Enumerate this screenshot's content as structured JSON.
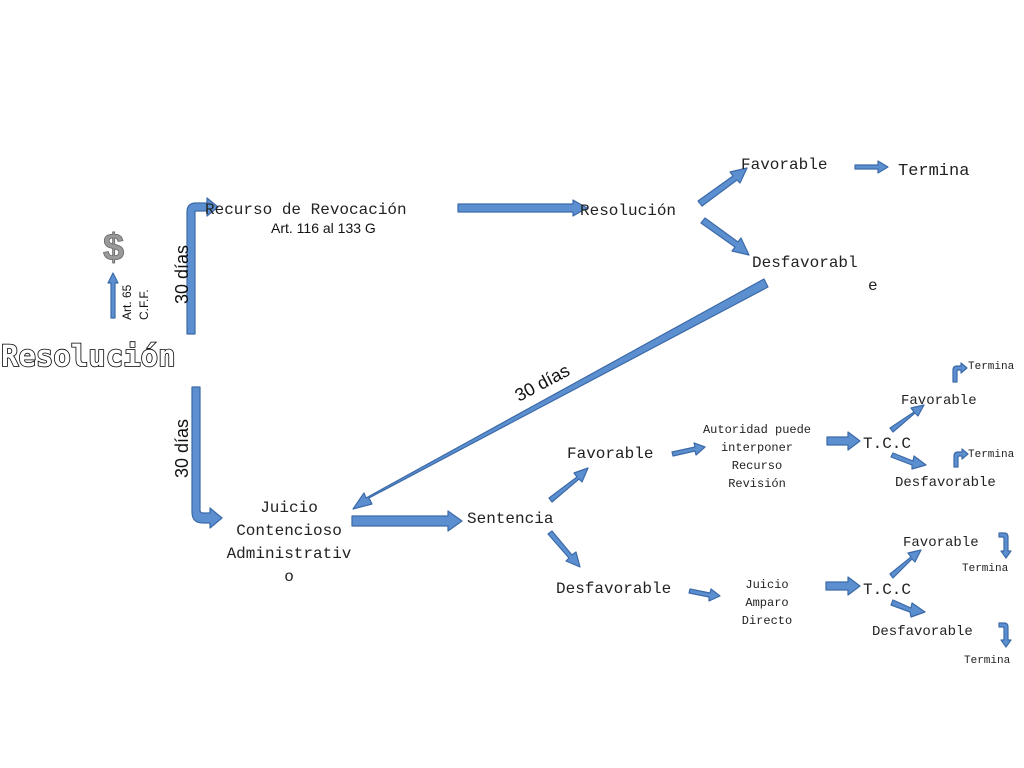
{
  "diagram": {
    "root": "Resolución",
    "dollar_symbol": "$",
    "art_65": "Art. 65",
    "cff": "C.F.F.",
    "days_upper": "30 días",
    "days_lower": "30 días",
    "days_diagonal": "30 días",
    "recurso_revocacion": "Recurso de Revocación",
    "art_116": "Art. 116 al 133 G",
    "resolucion_mid": "Resolución",
    "favorable_top": "Favorable",
    "termina_top": "Termina",
    "desfavorable_top_line1": "Desfavorabl",
    "desfavorable_top_line2": "e",
    "juicio_line1": "Juicio",
    "juicio_line2": "Contencioso",
    "juicio_line3": "Administrativ",
    "juicio_line4": "o",
    "sentencia": "Sentencia",
    "favorable_mid": "Favorable",
    "desfavorable_mid": "Desfavorable",
    "autoridad_line1": "Autoridad puede",
    "autoridad_line2": "interponer",
    "autoridad_line3": "Recurso",
    "autoridad_line4": "Revisión",
    "amparo_line1": "Juicio",
    "amparo_line2": "Amparo",
    "amparo_line3": "Directo",
    "tcc_upper": "T.C.C",
    "tcc_lower": "T.C.C",
    "favorable_r1": "Favorable",
    "termina_r1": "Termina",
    "desfavorable_r1": "Desfavorable",
    "termina_r2": "Termina",
    "favorable_r2": "Favorable",
    "termina_r3": "Termina",
    "desfavorable_r2": "Desfavorable",
    "termina_r4": "Termina"
  }
}
